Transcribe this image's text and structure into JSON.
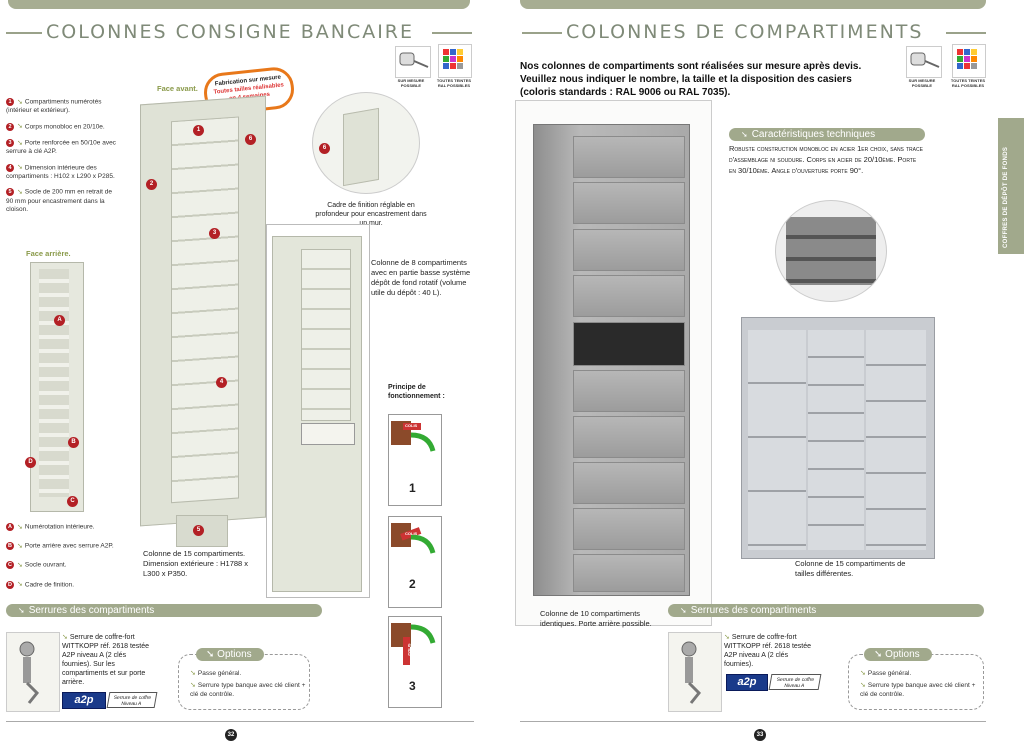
{
  "left": {
    "title": "COLONNES CONSIGNE BANCAIRE",
    "icons": {
      "measure_label": "SUR MESURE POSSIBLE",
      "colors_label": "TOUTES TEINTES RAL POSSIBLES"
    },
    "face_avant": "Face avant.",
    "badge": {
      "line1": "Fabrication sur mesure",
      "line2": "Toutes tailles réalisables",
      "line3": "en 4 semaines"
    },
    "features": [
      {
        "num": "1",
        "text": "Compartiments numérotés (intérieur et extérieur)."
      },
      {
        "num": "2",
        "text": "Corps monobloc en 20/10e."
      },
      {
        "num": "3",
        "text": "Porte renforcée en 50/10e avec serrure à clé A2P."
      },
      {
        "num": "4",
        "text": "Dimension intérieure des compartiments : H102 x L290 x P285."
      },
      {
        "num": "5",
        "text": "Socle de 200 mm en retrait de 90 mm pour encastrement dans la cloison."
      }
    ],
    "face_arriere": "Face arrière.",
    "rear_features": [
      {
        "num": "A",
        "text": "Numérotation intérieure."
      },
      {
        "num": "B",
        "text": "Porte arrière avec serrure A2P."
      },
      {
        "num": "C",
        "text": "Socle ouvrant."
      },
      {
        "num": "D",
        "text": "Cadre de finition."
      }
    ],
    "cadre_caption": "Cadre de finition réglable en profondeur pour encastrement dans un mur.",
    "col8_caption": "Colonne de 8 compartiments avec en partie basse système dépôt de fond rotatif (volume utile du dépôt : 40 L).",
    "principe_title": "Principe de fonctionnement :",
    "steps": [
      "1",
      "2",
      "3"
    ],
    "colis": "COLIS",
    "col15_caption": "Colonne de 15 compartiments. Dimension extérieure : H1788 x L300 x P350.",
    "serrures_title": "Serrures des compartiments",
    "serrure_text": "Serrure de coffre-fort WITTKOPP réf. 2618 testée A2P niveau A (2 clés fournies). Sur les compartiments et sur porte arrière.",
    "a2p_logo": "a2p",
    "a2p_note": "Serrure de coffre Niveau A",
    "options_title": "Options",
    "options": [
      "Passe général.",
      "Serrure type banque avec clé client + clé de contrôle."
    ],
    "page_number": "32",
    "markers": {
      "m1": "1",
      "m2": "2",
      "m3": "3",
      "m4": "4",
      "m5": "5",
      "m6a": "6",
      "m6b": "6",
      "mA": "A",
      "mB": "B",
      "mC": "C",
      "mD": "D"
    }
  },
  "right": {
    "title": "COLONNES DE COMPARTIMENTS",
    "intro": "Nos colonnes de compartiments sont réalisées sur mesure après devis. Veuillez nous indiquer le nombre, la taille et la disposition des casiers (coloris standards : RAL 9006 ou RAL 7035).",
    "icons": {
      "measure_label": "SUR MESURE POSSIBLE",
      "colors_label": "TOUTES TEINTES RAL POSSIBLES"
    },
    "carac_title": "Caractéristiques techniques",
    "carac_text": "Robuste construction monobloc en acier 1er choix, sans trace d'assemblage ni soudure. Corps en acier de 20/10ème. Porte en 30/10ème. Angle d'ouverture porte 90°.",
    "col10_caption": "Colonne de 10 compartiments identiques. Porte arrière possible.",
    "col15_caption": "Colonne de 15 compartiments de tailles différentes.",
    "serrures_title": "Serrures des compartiments",
    "serrure_text": "Serrure de coffre-fort WITTKOPP réf. 2618 testée A2P niveau A (2 clés fournies).",
    "a2p_logo": "a2p",
    "a2p_note": "Serrure de coffre Niveau A",
    "options_title": "Options",
    "options": [
      "Passe général.",
      "Serrure type banque avec clé client + clé de contrôle."
    ],
    "page_number": "33",
    "side_tab": "COFFRES DE DÉPÔT DE FONDS"
  },
  "colors": {
    "accent": "#a1a98c",
    "heading": "#7f8a78",
    "marker": "#b32025"
  }
}
